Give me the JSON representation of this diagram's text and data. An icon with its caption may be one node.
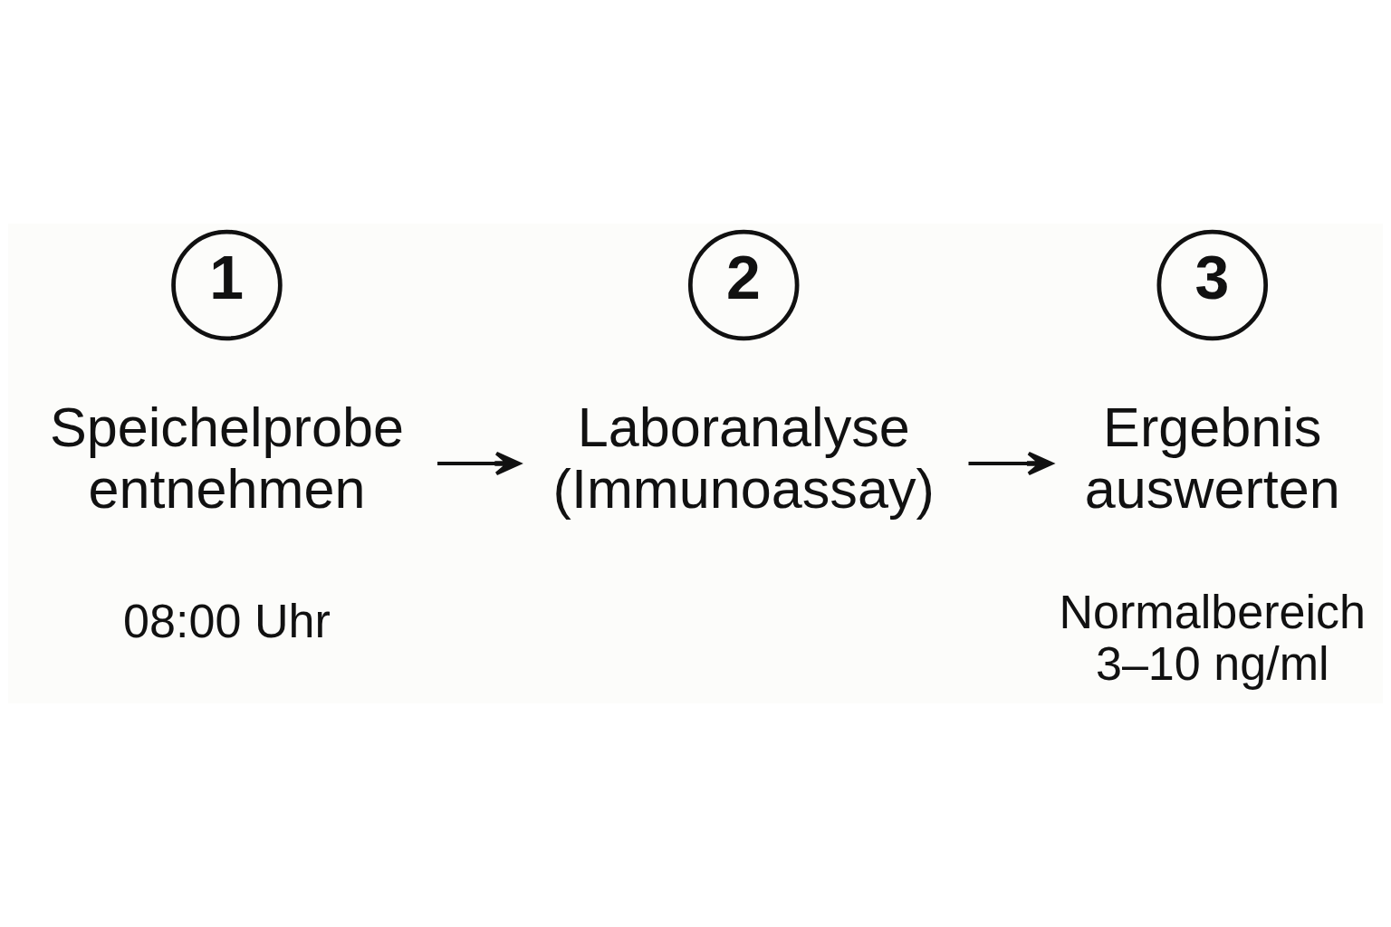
{
  "diagram": {
    "nodes": [
      {
        "text": [
          "1"
        ]
      },
      {
        "text": [
          "Speichelprobe entnehmen"
        ],
        "beside": [
          "08:00 Uhr"
        ]
      },
      {
        "text": [
          "2"
        ]
      },
      {
        "text": [
          "Laboranalyse (Immunoassay)"
        ]
      },
      {
        "text": [
          "3"
        ]
      },
      {
        "text": [
          "Ergebnis auswerten"
        ],
        "beside": [
          "Normalbereich 3–10 ng/ml"
        ]
      }
    ],
    "edges": [
      {
        "from": 1,
        "to": 3,
        "arrow": "to"
      },
      {
        "from": 3,
        "to": 5,
        "arrow": "to"
      }
    ]
  }
}
